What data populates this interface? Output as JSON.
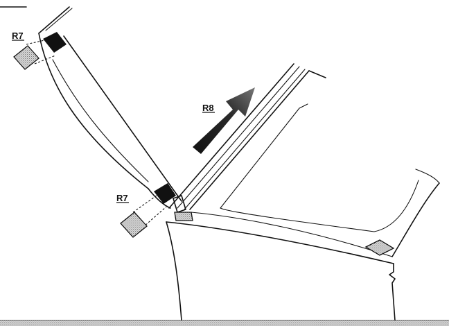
{
  "labels": {
    "r7_top": "R7",
    "r8": "R8",
    "r7_bottom": "R7"
  },
  "colors": {
    "line": "#111111",
    "pad_fill": "#c8c8c8",
    "clip_fill": "#111111",
    "arrow_fill": "#1a1a1a",
    "ground_strip": "#9a9a9a"
  },
  "icons": {
    "direction_arrow": "arrow-up-right-icon",
    "pad": "square-pad-icon",
    "clip": "clip-block-icon"
  }
}
